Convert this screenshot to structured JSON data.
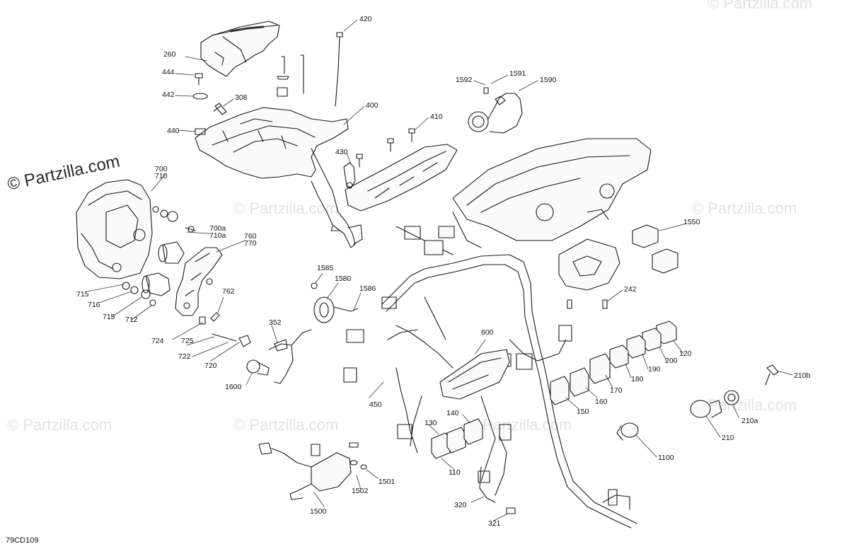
{
  "diagram": {
    "watermark_text": "© Partzilla.com",
    "diagram_code": "79CD109",
    "callouts": {
      "c420": "420",
      "c260": "260",
      "c444": "444",
      "c442": "442",
      "c308": "308",
      "c400": "400",
      "c440": "440",
      "c410": "410",
      "c430": "430",
      "c1592": "1592",
      "c1591": "1591",
      "c1590": "1590",
      "c700": "700",
      "c710": "710",
      "c700a": "700a",
      "c710a": "710a",
      "c760": "760",
      "c770": "770",
      "c715a": "715",
      "c716": "716",
      "c715b": "715",
      "c712": "712",
      "c762": "762",
      "c724": "724",
      "c725": "725",
      "c722": "722",
      "c720": "720",
      "c1600": "1600",
      "c352": "352",
      "c1585": "1585",
      "c1580": "1580",
      "c1586": "1586",
      "c600": "600",
      "c450": "450",
      "c1550": "1550",
      "c242": "242",
      "c120": "120",
      "c200": "200",
      "c190": "190",
      "c180": "180",
      "c170": "170",
      "c160": "160",
      "c150": "150",
      "c140": "140",
      "c130": "130",
      "c110": "110",
      "c210b": "210b",
      "c210a": "210a",
      "c210": "210",
      "c1100": "1100",
      "c1500": "1500",
      "c1501": "1501",
      "c1502": "1502",
      "c320": "320",
      "c321": "321"
    }
  }
}
